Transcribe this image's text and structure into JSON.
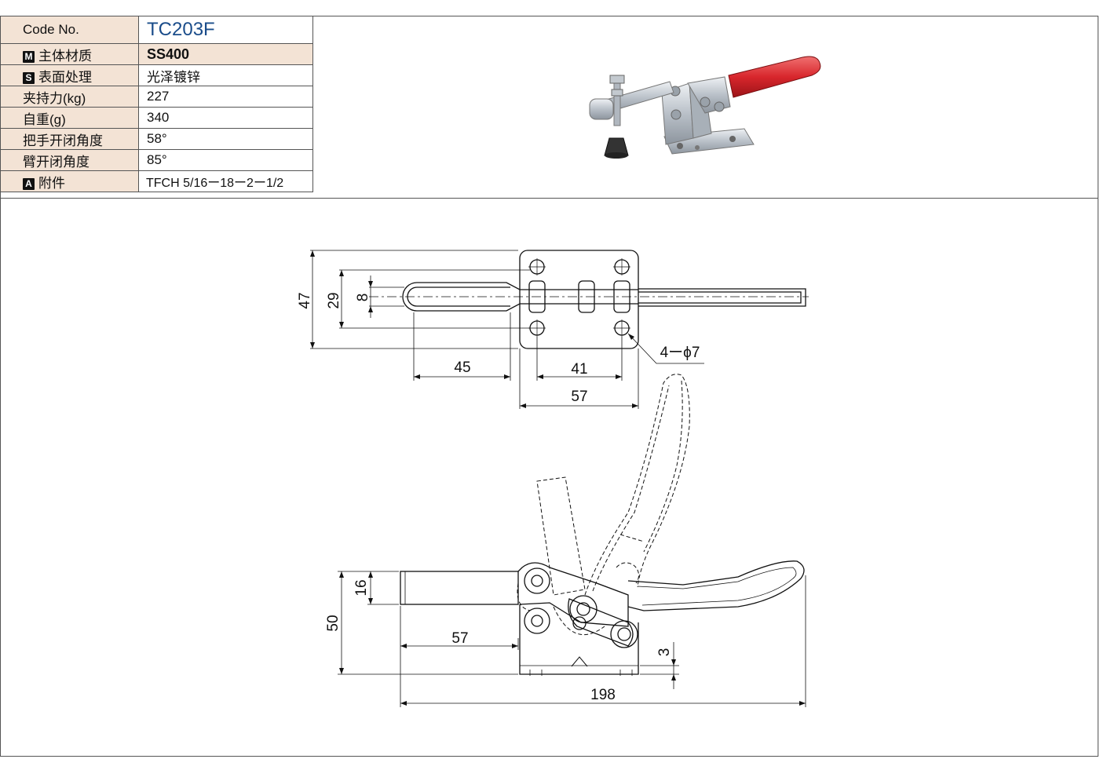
{
  "spec": {
    "code_label": "Code No.",
    "code_value": "TC203F",
    "rows": [
      {
        "badge": "M",
        "label": "主体材质",
        "value": "SS400"
      },
      {
        "badge": "S",
        "label": "表面处理",
        "value": "光泽镀锌"
      },
      {
        "badge": "",
        "label": "夹持力(kg)",
        "value": "227"
      },
      {
        "badge": "",
        "label": "自重(g)",
        "value": "340"
      },
      {
        "badge": "",
        "label": "把手开闭角度",
        "value": "58°"
      },
      {
        "badge": "",
        "label": "臂开闭角度",
        "value": "85°"
      },
      {
        "badge": "A",
        "label": "附件",
        "value": "TFCH 5/16ー18ー2ー1/2"
      }
    ]
  },
  "drawing": {
    "top_view": {
      "dim_47": "47",
      "dim_29": "29",
      "dim_8": "8",
      "dim_45": "45",
      "dim_41": "41",
      "dim_57": "57",
      "hole_callout": "4ーϕ7"
    },
    "side_view": {
      "dim_16": "16",
      "dim_50": "50",
      "dim_57": "57",
      "dim_3": "3",
      "dim_198": "198"
    }
  },
  "colors": {
    "label_bg": "#f3e3d5",
    "code_text": "#1a4c8a",
    "handle_grip": "#d8262c",
    "steel": "#c9ced4"
  }
}
